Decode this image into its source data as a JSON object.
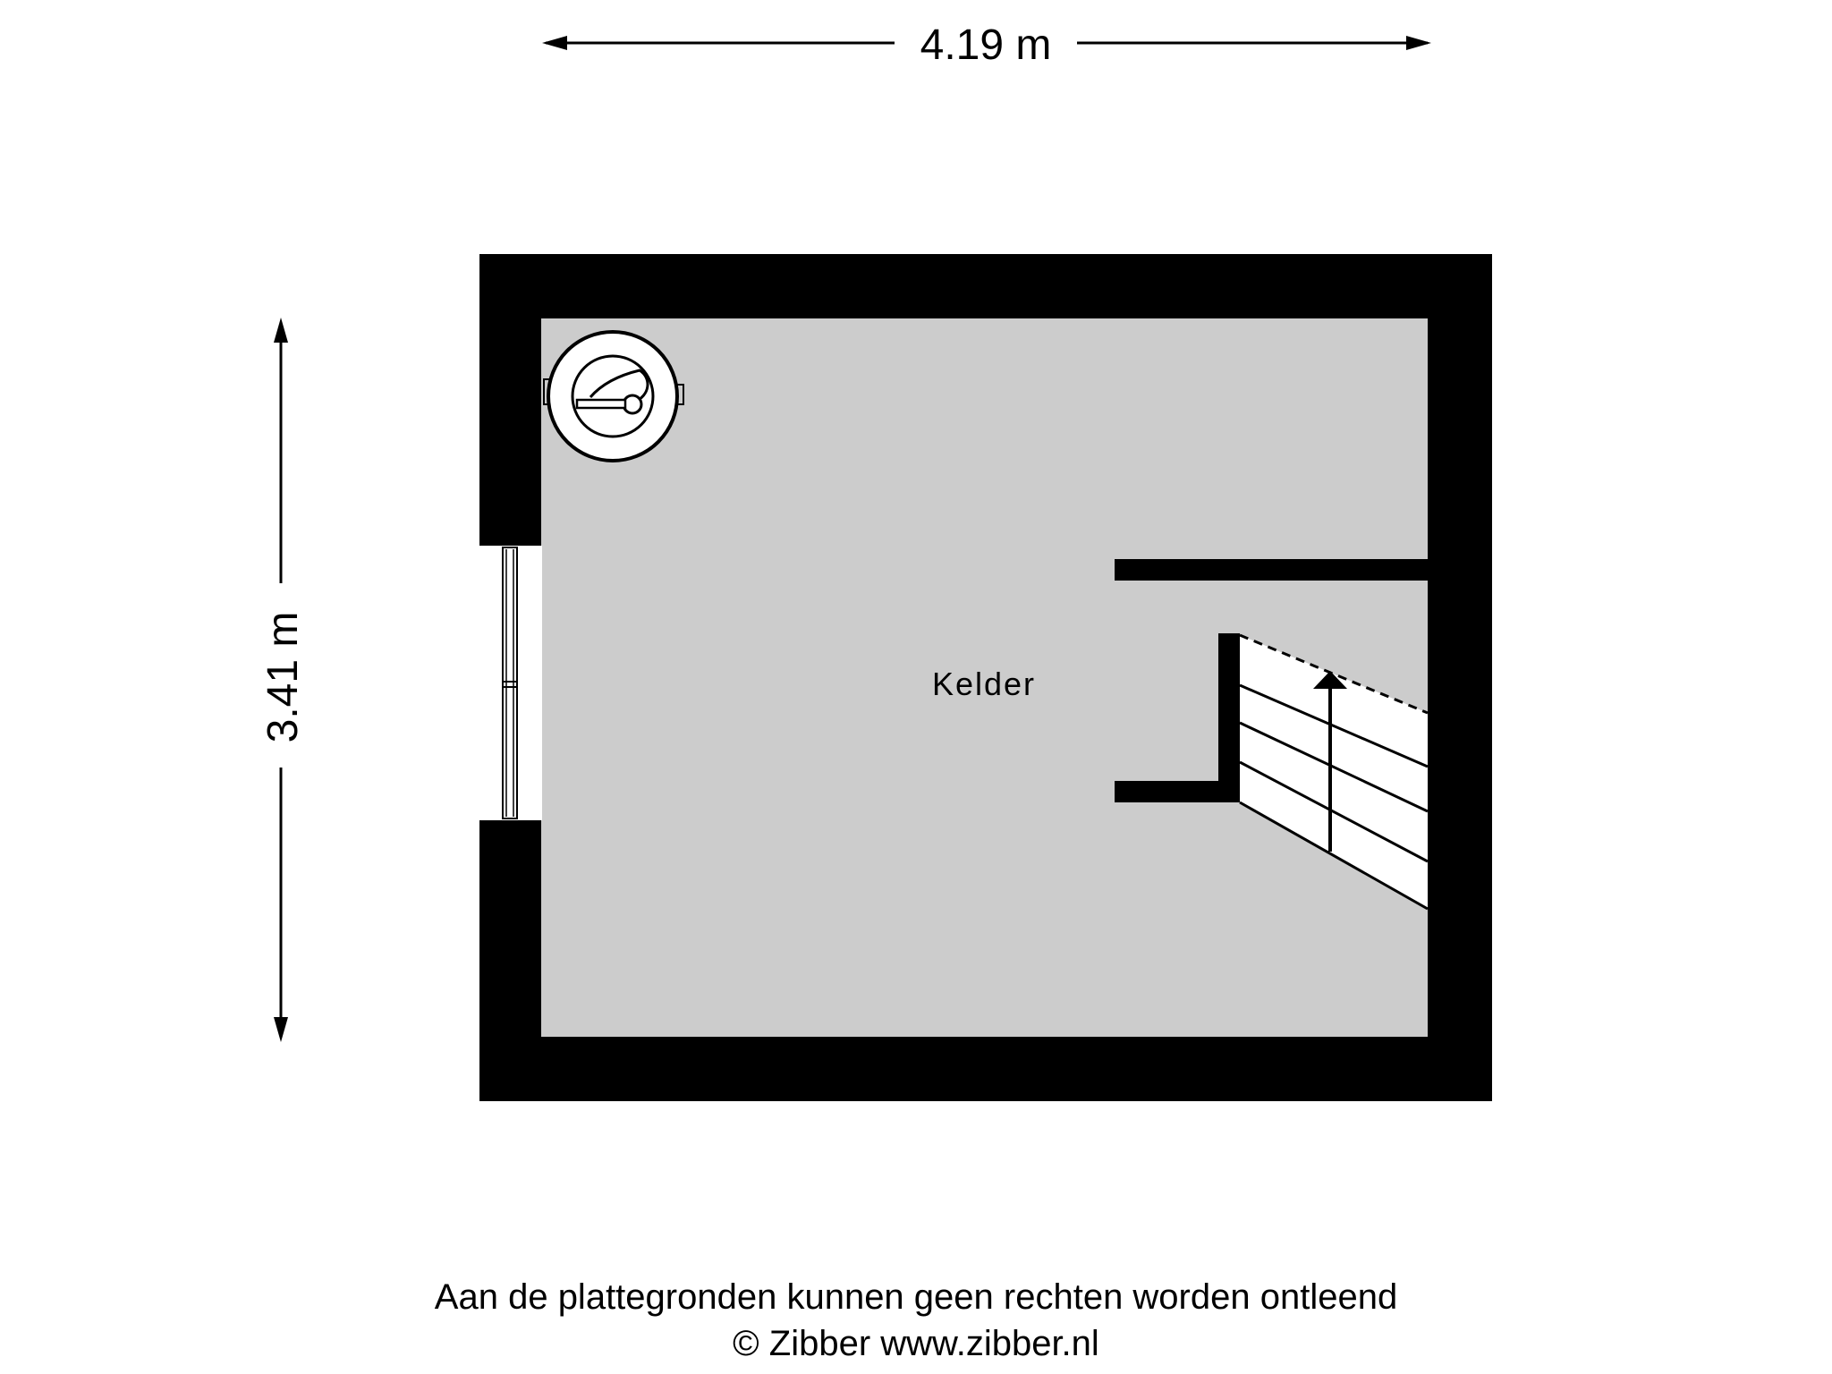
{
  "dimensions": {
    "width_label": "4.19 m",
    "height_label": "3.41 m"
  },
  "rooms": [
    {
      "label": "Kelder"
    }
  ],
  "footer": {
    "disclaimer": "Aan de plattegronden kunnen geen rechten worden ontleend",
    "copyright": "© Zibber www.zibber.nl"
  },
  "colors": {
    "wall": "#000000",
    "floor": "#cccccc",
    "background": "#ffffff"
  },
  "icons": {
    "boiler": "boiler-icon",
    "stairs_direction": "stairs-up-arrow-icon"
  }
}
